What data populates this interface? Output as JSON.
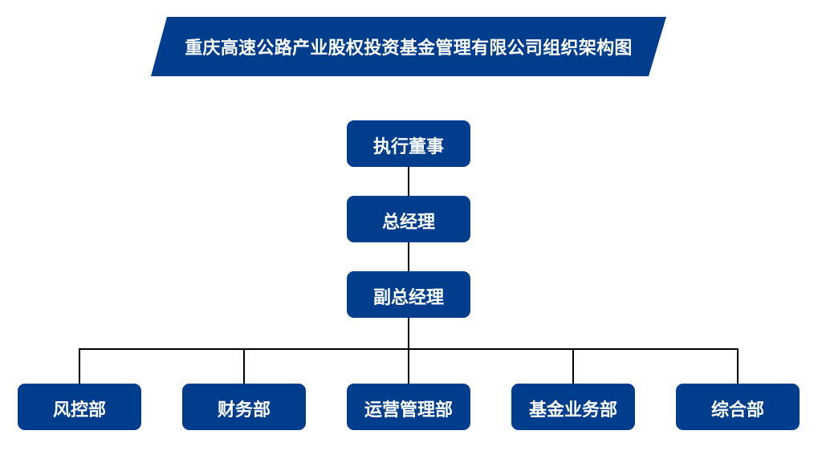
{
  "title": {
    "text": "重庆高速公路产业股权投资基金管理有限公司组织架构图"
  },
  "colors": {
    "primary_blue": "#003e8d",
    "connector_line": "#000000",
    "node_text": "#ffffff",
    "background": "#ffffff"
  },
  "org": {
    "chain": [
      {
        "id": "executive-director",
        "label": "执行董事"
      },
      {
        "id": "general-manager",
        "label": "总经理"
      },
      {
        "id": "deputy-general-manager",
        "label": "副总经理"
      }
    ],
    "departments": [
      {
        "id": "risk-control",
        "label": "风控部"
      },
      {
        "id": "finance",
        "label": "财务部"
      },
      {
        "id": "operations-management",
        "label": "运营管理部"
      },
      {
        "id": "fund-business",
        "label": "基金业务部"
      },
      {
        "id": "general-affairs",
        "label": "综合部"
      }
    ]
  },
  "chart_data": {
    "type": "org-chart",
    "title": "重庆高速公路产业股权投资基金管理有限公司组织架构图",
    "hierarchy": {
      "label": "执行董事",
      "children": [
        {
          "label": "总经理",
          "children": [
            {
              "label": "副总经理",
              "children": [
                {
                  "label": "风控部"
                },
                {
                  "label": "财务部"
                },
                {
                  "label": "运营管理部"
                },
                {
                  "label": "基金业务部"
                },
                {
                  "label": "综合部"
                }
              ]
            }
          ]
        }
      ]
    }
  }
}
